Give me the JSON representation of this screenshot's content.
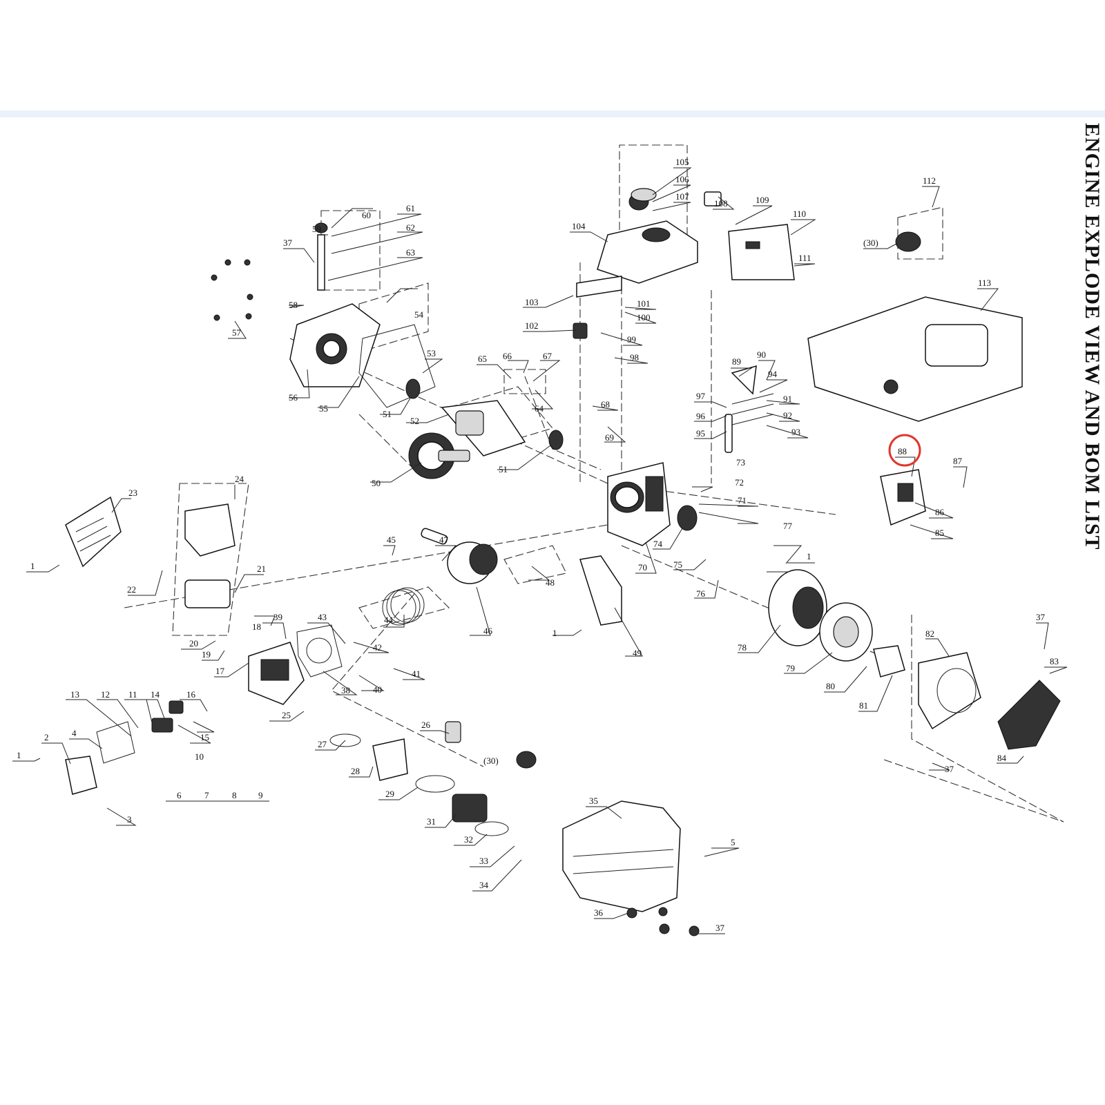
{
  "title": "ENGINE EXPLODE VIEW AND BOM LIST",
  "highlight": {
    "label": "88",
    "color": "#e0362b"
  },
  "labels": [
    "1",
    "2",
    "3",
    "4",
    "5",
    "6",
    "7",
    "8",
    "9",
    "10",
    "11",
    "12",
    "13",
    "14",
    "15",
    "16",
    "17",
    "18",
    "19",
    "20",
    "21",
    "22",
    "23",
    "24",
    "25",
    "26",
    "27",
    "28",
    "29",
    "30",
    "31",
    "32",
    "33",
    "34",
    "35",
    "36",
    "37",
    "38",
    "39",
    "40",
    "41",
    "42",
    "43",
    "44",
    "45",
    "46",
    "47",
    "48",
    "49",
    "50",
    "51",
    "52",
    "53",
    "54",
    "55",
    "56",
    "57",
    "58",
    "59",
    "60",
    "61",
    "62",
    "63",
    "64",
    "65",
    "66",
    "67",
    "68",
    "69",
    "70",
    "71",
    "72",
    "73",
    "74",
    "75",
    "76",
    "77",
    "78",
    "79",
    "80",
    "81",
    "82",
    "83",
    "84",
    "85",
    "86",
    "87",
    "88",
    "89",
    "90",
    "91",
    "92",
    "93",
    "94",
    "95",
    "96",
    "97",
    "98",
    "99",
    "100",
    "101",
    "102",
    "103",
    "104",
    "105",
    "106",
    "107",
    "108",
    "109",
    "110",
    "111",
    "112",
    "113",
    "(30)"
  ]
}
